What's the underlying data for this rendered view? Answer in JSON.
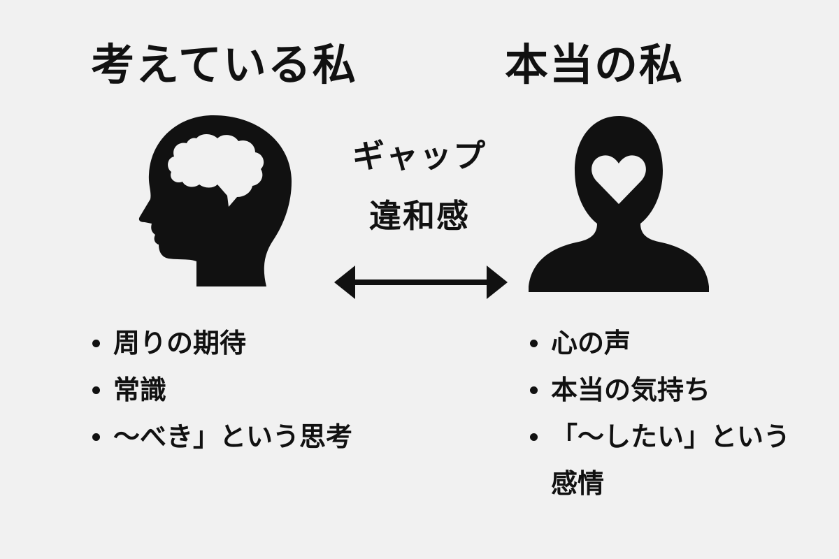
{
  "left": {
    "title": "考えている私",
    "icon": "head-with-brain-icon",
    "items": [
      "周りの期待",
      "常識",
      "〜べき」という思考"
    ]
  },
  "center": {
    "label_top": "ギャップ",
    "label_bottom": "違和感",
    "arrow": "double-headed-arrow-icon"
  },
  "right": {
    "title": "本当の私",
    "icon": "person-with-heart-icon",
    "items": [
      "心の声",
      "本当の気持ち",
      "「〜したい」という感情"
    ]
  },
  "colors": {
    "background": "#f1f1f1",
    "ink": "#111111",
    "heart_cutout": "#f1f1f1"
  }
}
